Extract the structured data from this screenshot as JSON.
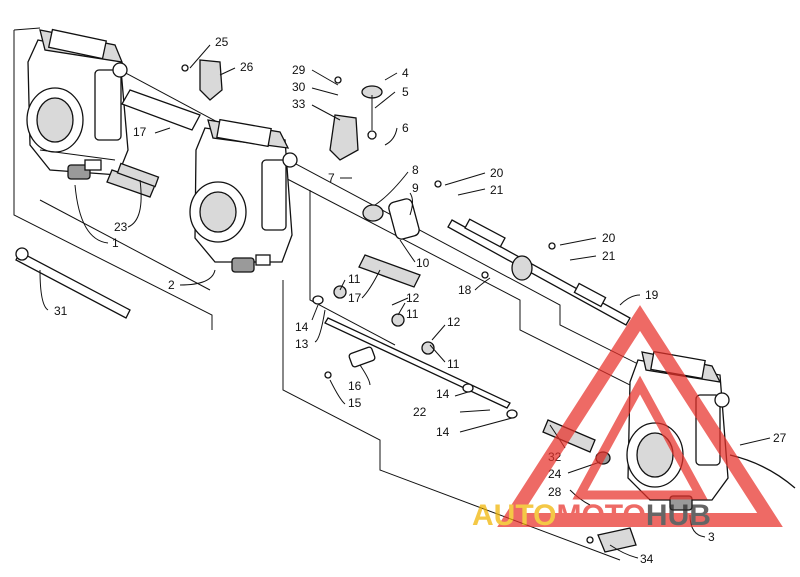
{
  "diagram": {
    "callouts": [
      {
        "id": "c1",
        "text": "1"
      },
      {
        "id": "c2",
        "text": "2"
      },
      {
        "id": "c3",
        "text": "3"
      },
      {
        "id": "c4",
        "text": "4"
      },
      {
        "id": "c5",
        "text": "5"
      },
      {
        "id": "c6",
        "text": "6"
      },
      {
        "id": "c7",
        "text": "7"
      },
      {
        "id": "c8",
        "text": "8"
      },
      {
        "id": "c9",
        "text": "9"
      },
      {
        "id": "c10",
        "text": "10"
      },
      {
        "id": "c11a",
        "text": "11"
      },
      {
        "id": "c11b",
        "text": "11"
      },
      {
        "id": "c11c",
        "text": "11"
      },
      {
        "id": "c12a",
        "text": "12"
      },
      {
        "id": "c12b",
        "text": "12"
      },
      {
        "id": "c13",
        "text": "13"
      },
      {
        "id": "c14a",
        "text": "14"
      },
      {
        "id": "c14b",
        "text": "14"
      },
      {
        "id": "c14c",
        "text": "14"
      },
      {
        "id": "c15",
        "text": "15"
      },
      {
        "id": "c16",
        "text": "16"
      },
      {
        "id": "c17a",
        "text": "17"
      },
      {
        "id": "c17b",
        "text": "17"
      },
      {
        "id": "c18",
        "text": "18"
      },
      {
        "id": "c19",
        "text": "19"
      },
      {
        "id": "c20a",
        "text": "20"
      },
      {
        "id": "c20b",
        "text": "20"
      },
      {
        "id": "c21a",
        "text": "21"
      },
      {
        "id": "c21b",
        "text": "21"
      },
      {
        "id": "c22",
        "text": "22"
      },
      {
        "id": "c23",
        "text": "23"
      },
      {
        "id": "c24",
        "text": "24"
      },
      {
        "id": "c25",
        "text": "25"
      },
      {
        "id": "c26",
        "text": "26"
      },
      {
        "id": "c27",
        "text": "27"
      },
      {
        "id": "c28",
        "text": "28"
      },
      {
        "id": "c29",
        "text": "29"
      },
      {
        "id": "c30",
        "text": "30"
      },
      {
        "id": "c31",
        "text": "31"
      },
      {
        "id": "c32",
        "text": "32"
      },
      {
        "id": "c33",
        "text": "33"
      },
      {
        "id": "c34",
        "text": "34"
      }
    ]
  },
  "watermark": {
    "text_part1": "AUTO",
    "text_part2": "MOTO",
    "text_part3": "HUB",
    "color_primary": "#e8312a",
    "color_secondary": "#f0b400",
    "color_dark": "#2b2b2b"
  }
}
